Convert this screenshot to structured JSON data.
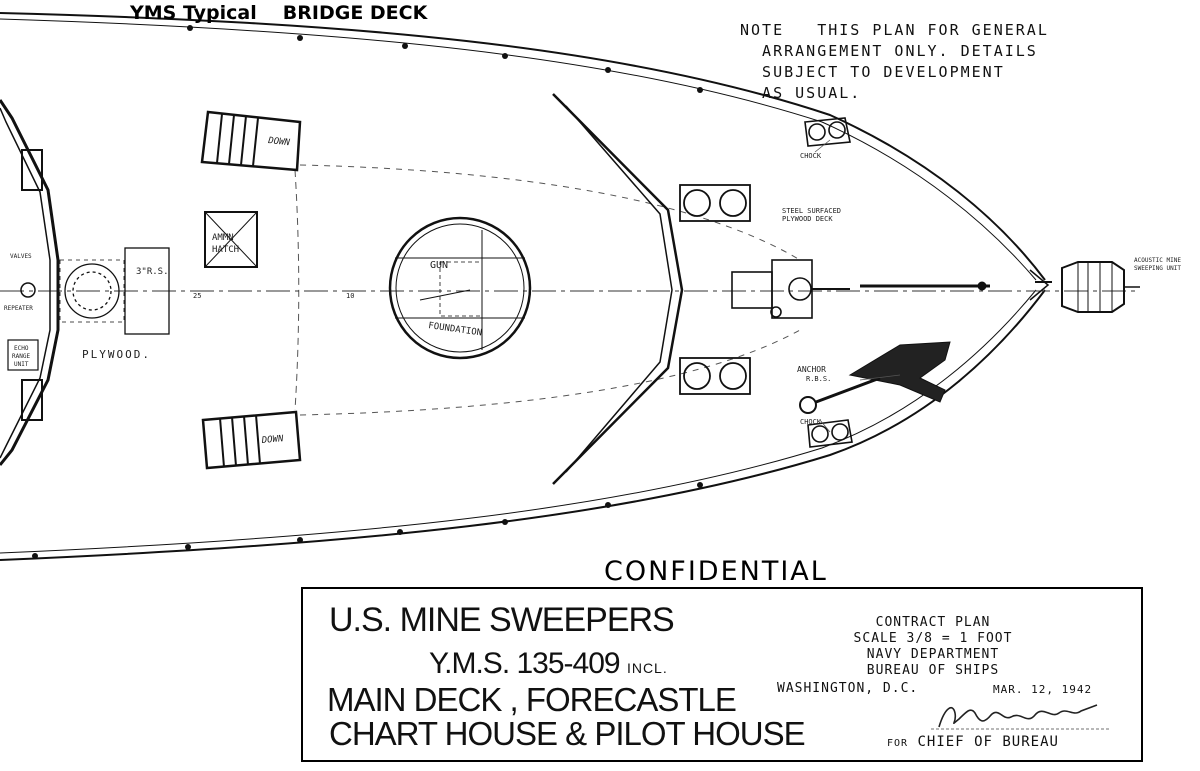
{
  "page_title": {
    "ship_class": "YMS Typical",
    "deck": "BRIDGE DECK"
  },
  "note": {
    "lines": [
      "NOTE   THIS PLAN FOR GENERAL",
      "  ARRANGEMENT ONLY. DETAILS",
      "  SUBJECT TO DEVELOPMENT",
      "  AS USUAL."
    ]
  },
  "labels": {
    "plywood": "PLYWOOD.",
    "three_rs": "3\"R.S.",
    "ammn_hatch_1": "AMMN",
    "ammn_hatch_2": "HATCH",
    "down_top": "DOWN",
    "down_bottom": "DOWN",
    "gun": "GUN",
    "foundation": "FOUNDATION",
    "chock_top": "CHOCK",
    "chock_bottom": "CHOCK",
    "steel_1": "STEEL SURFACED",
    "steel_2": "PLYWOOD DECK",
    "anchor_1": "ANCHOR",
    "anchor_2": "R.B.S.",
    "acoustic_1": "ACOUSTIC MINE",
    "acoustic_2": "SWEEPING UNIT",
    "station_25": "25",
    "station_10": "10",
    "echo_1": "ECHO",
    "echo_2": "RANGE",
    "echo_3": "UNIT",
    "repeater": "REPEATER",
    "valves": "VALVES"
  },
  "confidential": "CONFIDENTIAL",
  "title_block": {
    "line1": "U.S. MINE SWEEPERS",
    "line2": "Y.M.S. 135-409",
    "line2_suffix": "INCL.",
    "line3": "MAIN DECK , FORECASTLE",
    "line4": "CHART HOUSE & PILOT HOUSE",
    "contract": "CONTRACT PLAN",
    "scale": "SCALE 3/8 = 1 FOOT",
    "navy": "NAVY DEPARTMENT",
    "bureau": "BUREAU OF SHIPS",
    "washington": "WASHINGTON, D.C.",
    "date": "MAR. 12, 1942",
    "for_prefix": "FOR",
    "for_chief": "CHIEF OF BUREAU"
  }
}
